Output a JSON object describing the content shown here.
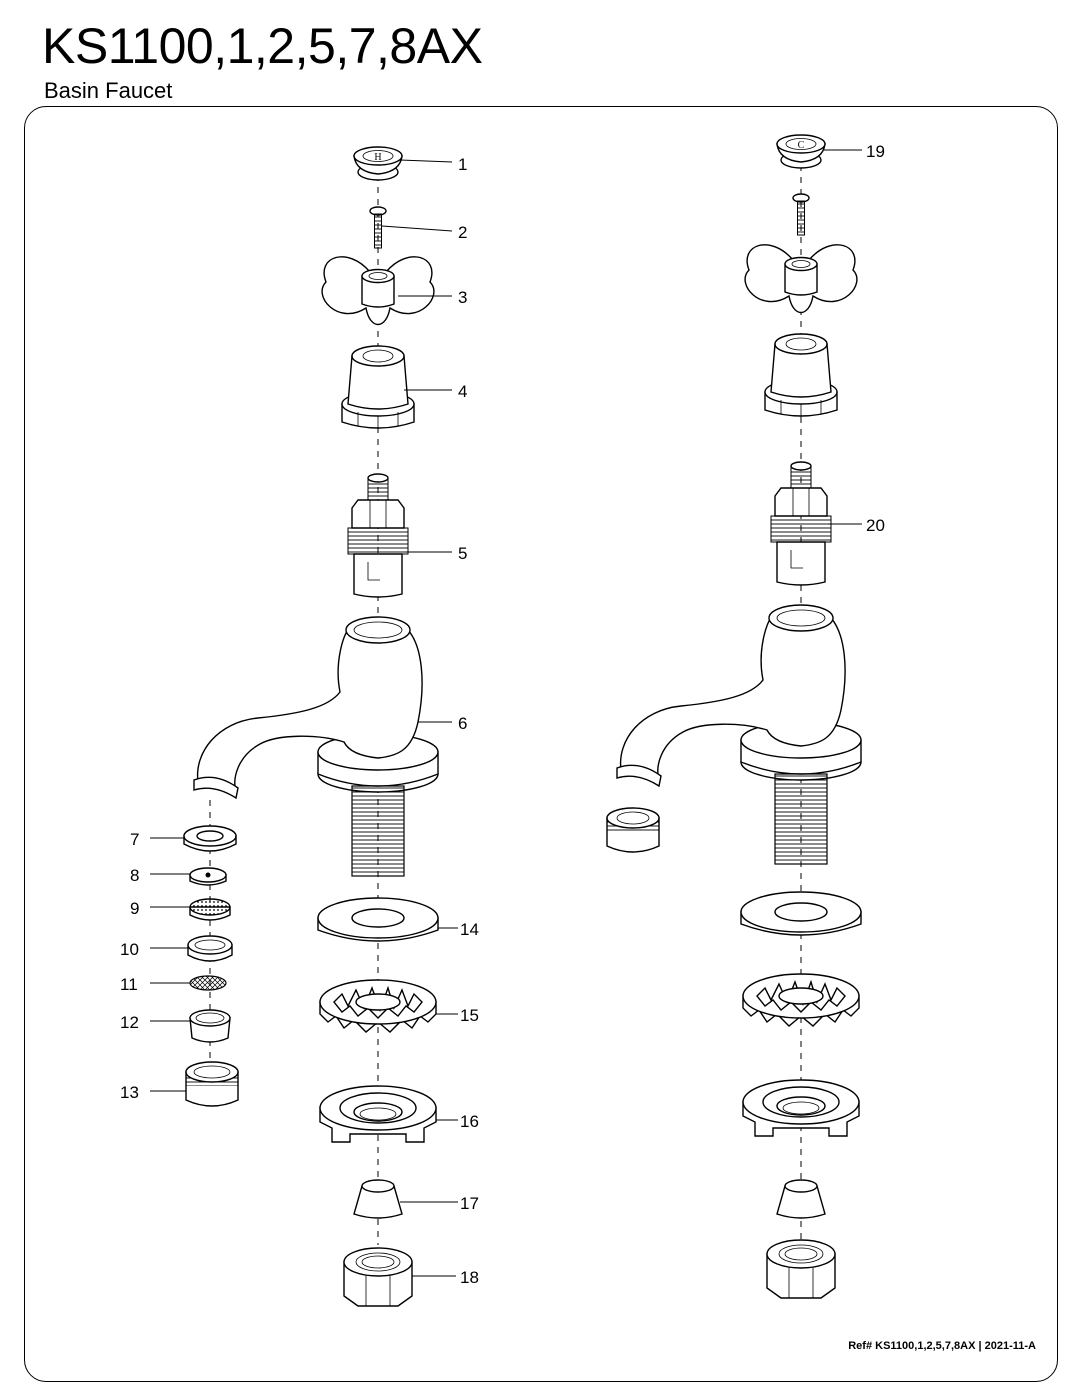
{
  "header": {
    "title": "KS1100,1,2,5,7,8AX",
    "subtitle": "Basin Faucet"
  },
  "footer": {
    "reference": "Ref# KS1100,1,2,5,7,8AX | 2021-11-A"
  },
  "cap_letters": {
    "hot": "H",
    "cold": "C"
  },
  "callouts": [
    "1",
    "2",
    "3",
    "4",
    "5",
    "6",
    "7",
    "8",
    "9",
    "10",
    "11",
    "12",
    "13",
    "14",
    "15",
    "16",
    "17",
    "18",
    "19",
    "20"
  ]
}
